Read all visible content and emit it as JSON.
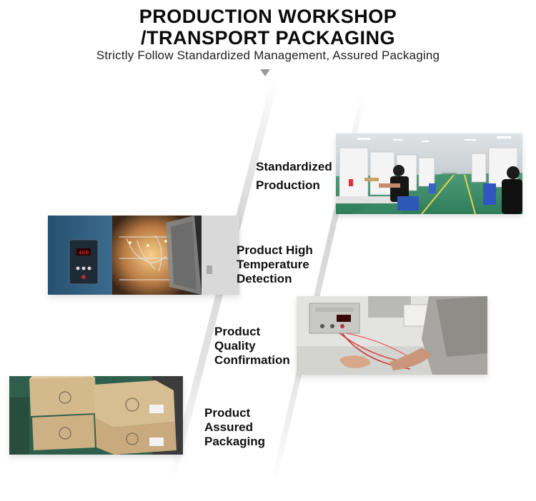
{
  "header": {
    "title_line1": "PRODUCTION WORKSHOP",
    "title_line2": "/TRANSPORT PACKAGING",
    "subtitle": "Strictly Follow Standardized Management, Assured Packaging"
  },
  "steps": [
    {
      "line1": "Standardized",
      "line2": "Production",
      "line3": ""
    },
    {
      "line1": "Product High",
      "line2": "Temperature",
      "line3": "Detection"
    },
    {
      "line1": "Product",
      "line2": "Quality",
      "line3": "Confirmation"
    },
    {
      "line1": "Product",
      "line2": "Assured",
      "line3": "Packaging"
    }
  ],
  "oven_display": "460"
}
